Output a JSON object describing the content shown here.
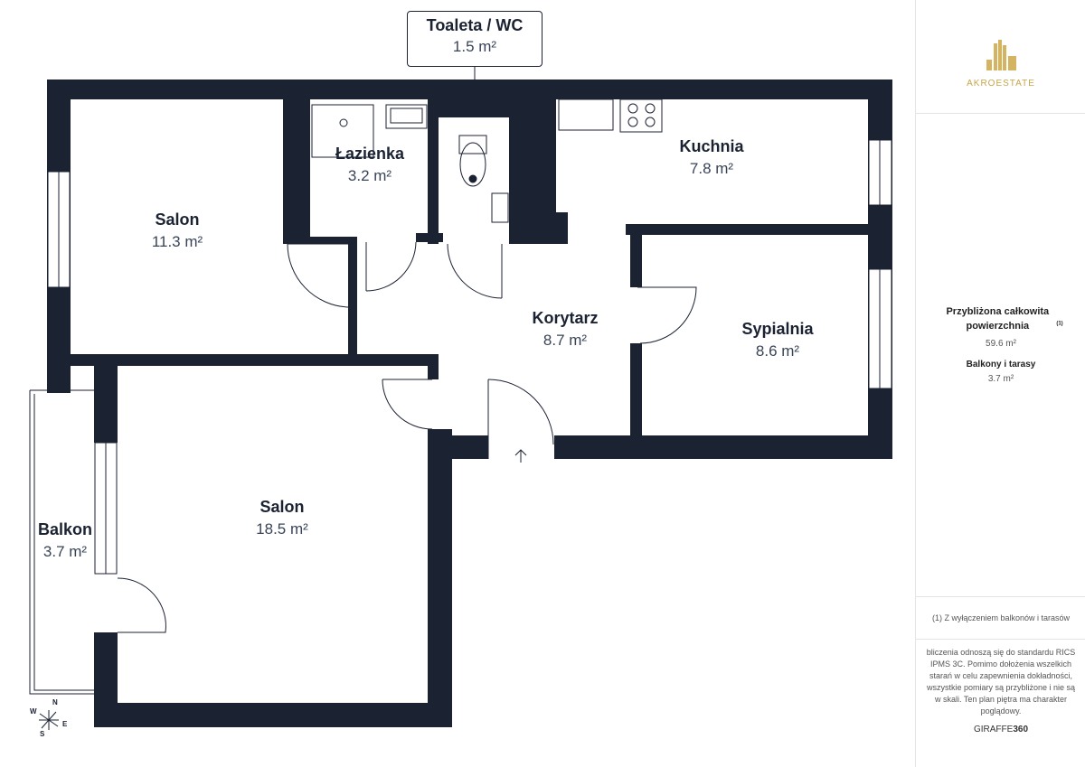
{
  "rooms": [
    {
      "name": "Toaleta / WC",
      "area": "1.5 m²"
    },
    {
      "name": "Łazienka",
      "area": "3.2 m²"
    },
    {
      "name": "Kuchnia",
      "area": "7.8 m²"
    },
    {
      "name": "Salon",
      "area": "11.3 m²"
    },
    {
      "name": "Korytarz",
      "area": "8.7 m²"
    },
    {
      "name": "Sypialnia",
      "area": "8.6 m²"
    },
    {
      "name": "Salon",
      "area": "18.5 m²"
    },
    {
      "name": "Balkon",
      "area": "3.7 m²"
    }
  ],
  "compass": {
    "n": "N",
    "e": "E",
    "s": "S",
    "w": "W"
  },
  "panel": {
    "logo": "AKROESTATE",
    "total_label": "Przybliżona całkowita powierzchnia",
    "total_sup": "(1)",
    "total_value": "59.6 m²",
    "balcony_label": "Balkony i tarasy",
    "balcony_value": "3.7 m²",
    "footnote": "(1) Z wyłączeniem balkonów i tarasów",
    "disclaimer": "bliczenia odnoszą się do standardu RICS IPMS 3C. Pomimo dołożenia wszelkich starań w celu zapewnienia dokładności, wszystkie pomiary są przybliżone i nie są w skali. Ten plan piętra ma charakter poglądowy.",
    "brand_a": "GIRAFFE",
    "brand_b": "360"
  },
  "colors": {
    "wall": "#1b2232",
    "gold": "#c9a54a"
  }
}
